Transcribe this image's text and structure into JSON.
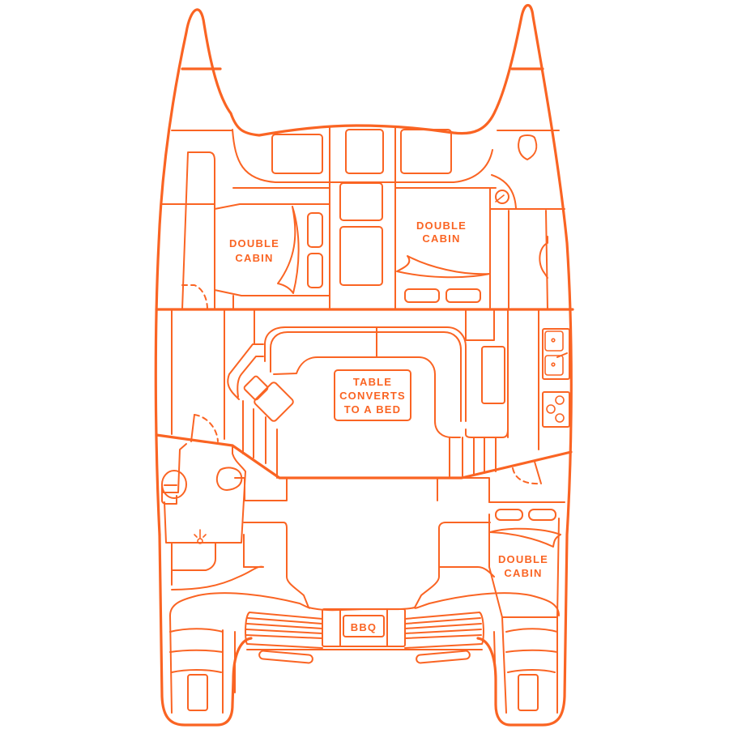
{
  "diagram": {
    "type": "catamaran deck floor plan",
    "accent_color": "#FA6423",
    "background_color": "#FFFFFF",
    "labels": {
      "cabin_port_fwd": [
        "DOUBLE",
        "CABIN"
      ],
      "cabin_stbd_fwd": [
        "DOUBLE",
        "CABIN"
      ],
      "cabin_stbd_aft": [
        "DOUBLE",
        "CABIN"
      ],
      "saloon_table": [
        "TABLE",
        "CONVERTS",
        "TO A BED"
      ],
      "bbq": "BBQ"
    },
    "icons": [
      "toilet-icon",
      "shower-icon",
      "sink-icon",
      "stove-burner-icon",
      "door-swing-icon"
    ]
  }
}
